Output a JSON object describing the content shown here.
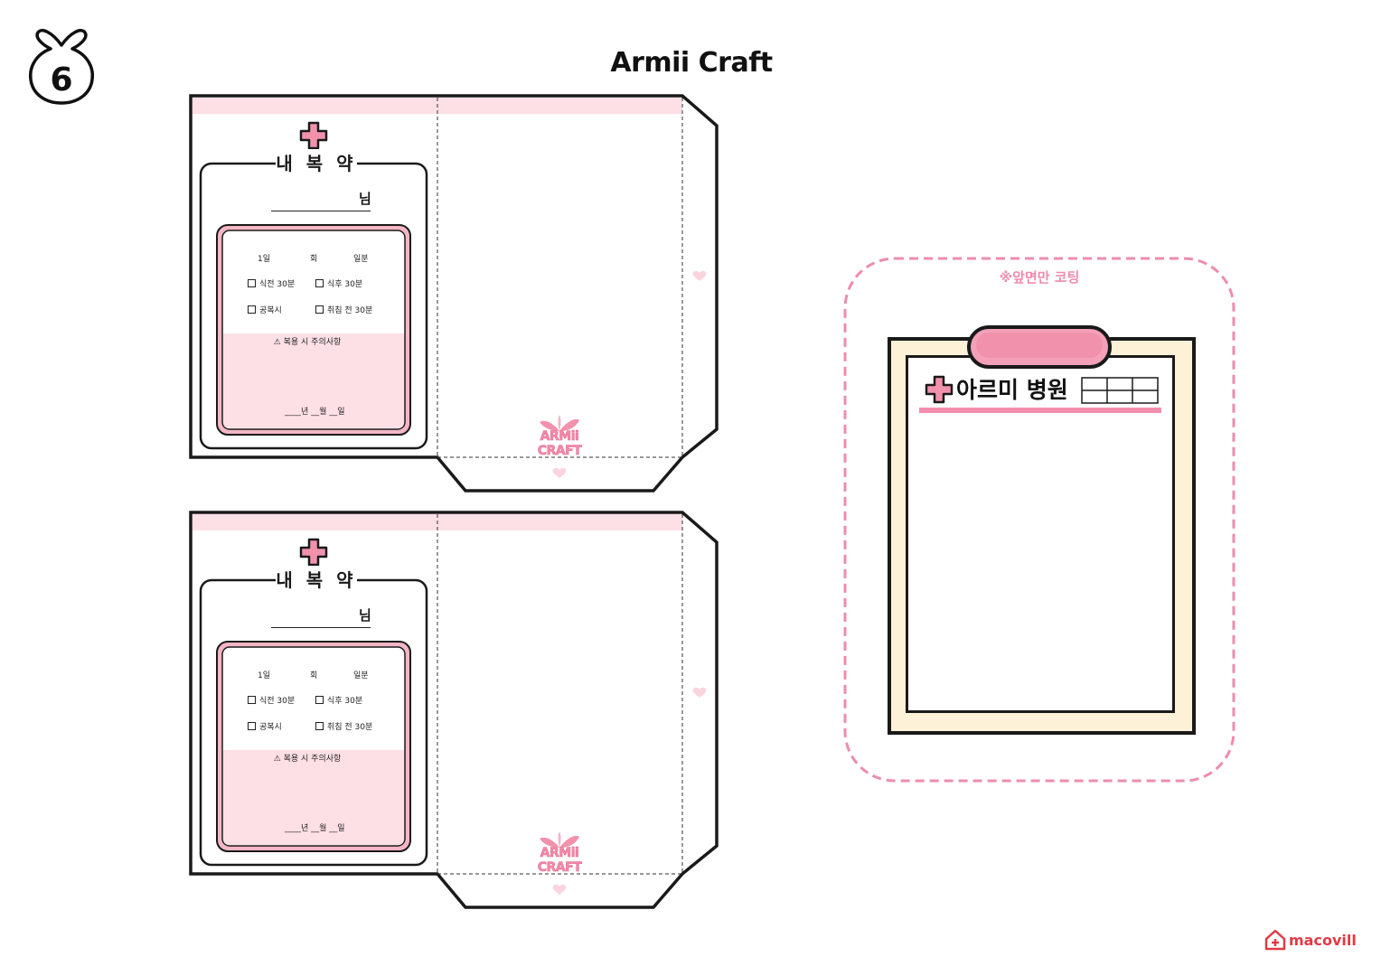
{
  "page_number": "6",
  "title": "Armii Craft",
  "colors": {
    "pink_light": "#fde0e6",
    "pink_mid": "#f8cfd9",
    "pink_accent": "#f291ac",
    "pink_dash": "#ee8cae",
    "cream": "#fdf1d8",
    "outline": "#1a1a1a",
    "brand_red": "#e23a45"
  },
  "envelopes": [
    {
      "icon": "medical-cross-icon",
      "label": "내 복 약",
      "name_suffix": "님",
      "dose_day": "1일",
      "dose_times": "회",
      "dose_portion": "일분",
      "options": [
        "식전 30분",
        "식후 30분",
        "공복시",
        "취침 전 30분"
      ],
      "caution": "⚠ 복용 시 주의사항",
      "date_format": "____년 __월 __일",
      "brand": "ARMii CRAFT"
    },
    {
      "icon": "medical-cross-icon",
      "label": "내 복 약",
      "name_suffix": "님",
      "dose_day": "1일",
      "dose_times": "회",
      "dose_portion": "일분",
      "options": [
        "식전 30분",
        "식후 30분",
        "공복시",
        "취침 전 30분"
      ],
      "caution": "⚠ 복용 시 주의사항",
      "date_format": "____년 __월 __일",
      "brand": "ARMii CRAFT"
    }
  ],
  "clipboard": {
    "note": "※앞면만 코팅",
    "hospital_name": "아르미 병원",
    "icon": "medical-cross-icon"
  },
  "footer_brand": "macovill"
}
